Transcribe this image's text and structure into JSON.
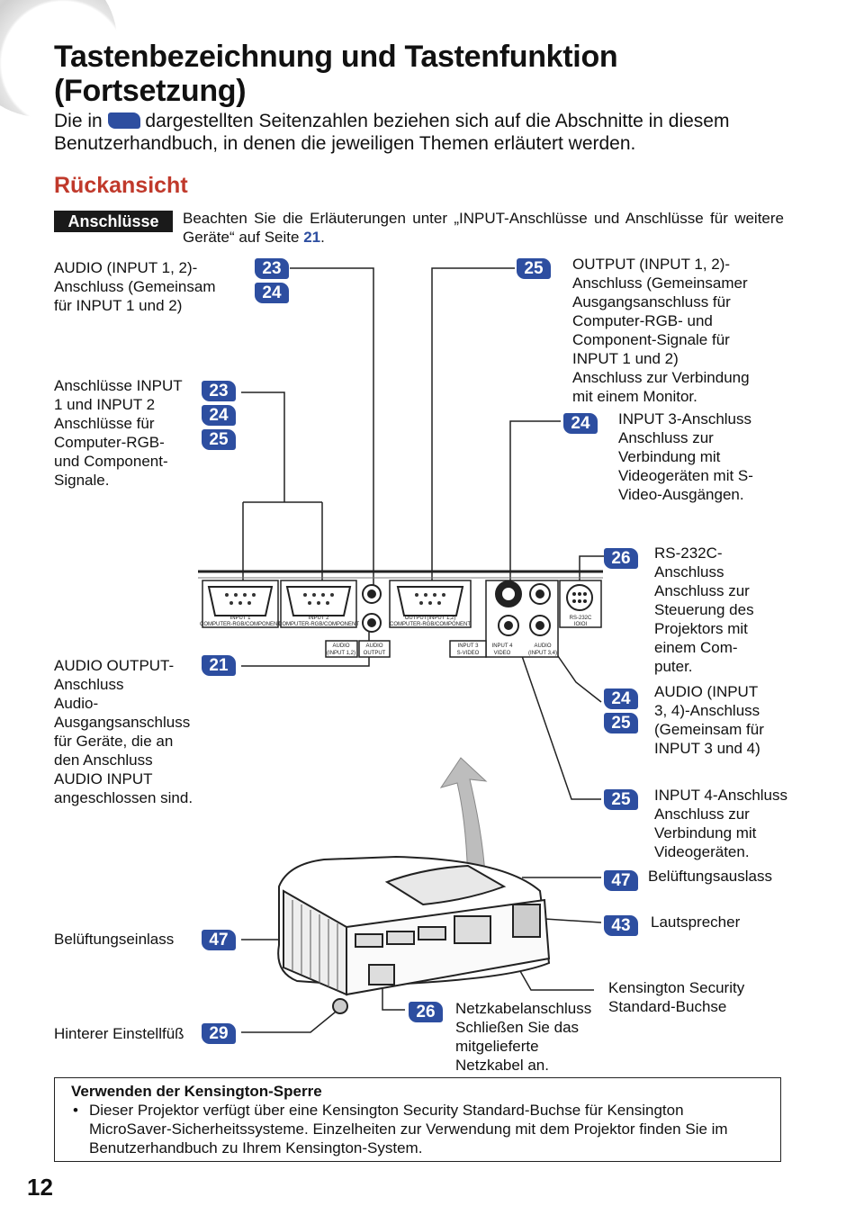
{
  "page": {
    "title_line1": "Tastenbezeichnung und Tastenfunktion",
    "title_line2": "(Fortsetzung)",
    "intro_a": "Die in",
    "intro_b": "dargestellten Seitenzahlen beziehen sich auf die Abschnitte in diesem",
    "intro_c": "Benutzerhandbuch, in denen die jeweiligen Themen erläutert werden.",
    "section": "Rückansicht",
    "tag": "Anschlüsse",
    "tag_text": "Beachten Sie die Erläuterungen unter „INPUT-Anschlüsse und Anschlüsse für weitere Geräte“ auf Seite",
    "tag_page": "21",
    "page_number": "12"
  },
  "callouts": {
    "audio12": {
      "l1": "AUDIO (INPUT 1, 2)-",
      "l2": "Anschluss (Gemeinsam",
      "l3": "für INPUT 1 und 2)",
      "p1": "23",
      "p2": "24"
    },
    "input12": {
      "l1": "Anschlüsse INPUT",
      "l2": "1 und INPUT 2",
      "d1": "Anschlüsse für",
      "d2": "Computer-RGB-",
      "d3": "und Component-",
      "d4": "Signale.",
      "p1": "23",
      "p2": "24",
      "p3": "25"
    },
    "output": {
      "l1": "OUTPUT (INPUT 1, 2)-",
      "l2": "Anschluss (Gemeinsamer",
      "l3": "Ausgangsanschluss für",
      "l4": "Computer-RGB- und",
      "l5": "Component-Signale für",
      "l6": "INPUT 1 und 2)",
      "d1": "Anschluss zur Verbindung",
      "d2": "mit einem Monitor.",
      "p1": "25"
    },
    "input3": {
      "l1": "INPUT 3-Anschluss",
      "d1": "Anschluss zur",
      "d2": "Verbindung mit",
      "d3": "Videogeräten mit S-",
      "d4": "Video-Ausgängen.",
      "p1": "24"
    },
    "rs232": {
      "l1": "RS-232C-",
      "l2": "Anschluss",
      "d1": "Anschluss zur",
      "d2": "Steuerung des",
      "d3": "Projektors mit",
      "d4": "einem Com-",
      "d5": "puter.",
      "p1": "26"
    },
    "audio34": {
      "l1": "AUDIO (INPUT",
      "l2": "3, 4)-Anschluss",
      "l3": "(Gemeinsam für",
      "l4": "INPUT 3 und 4)",
      "p1": "24",
      "p2": "25"
    },
    "input4": {
      "l1": "INPUT 4-Anschluss",
      "d1": "Anschluss zur",
      "d2": "Verbindung mit",
      "d3": "Videogeräten.",
      "p1": "25"
    },
    "audioout": {
      "l1": "AUDIO OUTPUT-",
      "l2": "Anschluss",
      "d1": "Audio-",
      "d2": "Ausgangsanschluss",
      "d3": "für Geräte, die an",
      "d4": "den Anschluss",
      "d5": "AUDIO INPUT",
      "d6": "angeschlossen sind.",
      "p1": "21"
    },
    "exhaust": {
      "l1": "Belüftungsauslass",
      "p1": "47"
    },
    "speaker": {
      "l1": "Lautsprecher",
      "p1": "43"
    },
    "intake": {
      "l1": "Belüftungseinlass",
      "p1": "47"
    },
    "kensington": {
      "l1": "Kensington Security",
      "l2": "Standard-Buchse"
    },
    "power": {
      "l1": "Netzkabelanschluss",
      "d1": "Schließen Sie das",
      "d2": "mitgelieferte",
      "d3": "Netzkabel an.",
      "p1": "26"
    },
    "foot": {
      "l1": "Hinterer Einstellfüß",
      "p1": "29"
    }
  },
  "panel": {
    "input1": "INPUT 1",
    "input1_sub": "COMPUTER-RGB/COMPONENT",
    "input2": "INPUT 2",
    "input2_sub": "COMPUTER-RGB/COMPONENT",
    "output": "OUTPUT(INPUT 1,2)",
    "output_sub": "COMPUTER-RGB/COMPONENT",
    "audio_in12": "AUDIO",
    "audio_in12_b": "(INPUT 1,2)",
    "audio_out": "AUDIO",
    "audio_out_b": "OUTPUT",
    "input3": "INPUT 3",
    "input3_b": "S-VIDEO",
    "input4": "INPUT 4",
    "input4_b": "VIDEO",
    "audio_in34": "AUDIO",
    "audio_in34_b": "(INPUT 3,4)",
    "rs232": "RS-232C",
    "rs232_b": "IOIOI"
  },
  "note": {
    "heading": "Verwenden der Kensington-Sperre",
    "text": "Dieser Projektor verfügt über eine Kensington Security Standard-Buchse für Kensington MicroSaver-Sicherheitssysteme. Einzelheiten zur Verwendung mit dem Projektor finden Sie im Benutzerhandbuch zu Ihrem Kensington-System."
  },
  "colors": {
    "badge": "#2d4ea0",
    "section": "#c0392b",
    "tag": "#1a1a1a"
  }
}
